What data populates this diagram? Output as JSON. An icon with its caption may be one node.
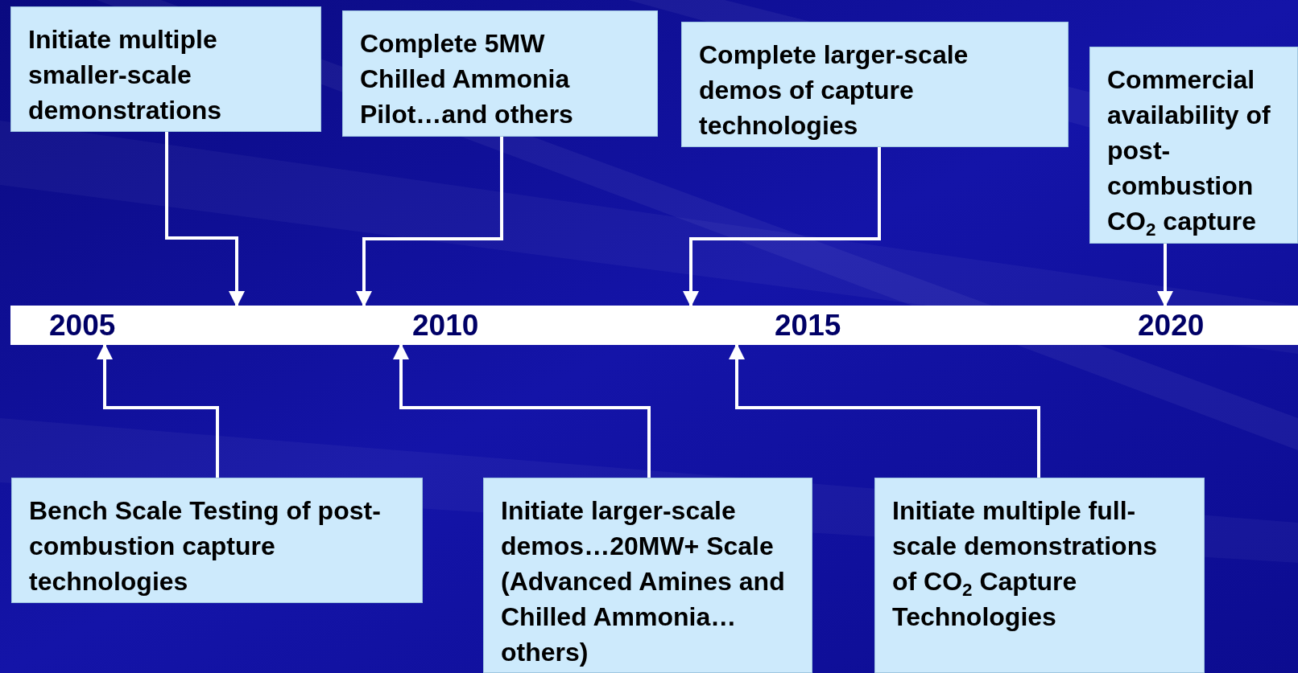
{
  "diagram": {
    "nodes": [
      {
        "text": [
          "Initiate multiple smaller-scale demonstrations"
        ]
      },
      {
        "text": [
          "Complete 5MW Chilled Ammonia Pilot…and others"
        ]
      },
      {
        "text": [
          "Complete larger-scale demos of capture technologies"
        ]
      },
      {
        "text": [
          "Commercial availability of post-combustion CO$_{2}$ capture"
        ]
      },
      {
        "text": [
          "2005",
          "2010",
          "2015",
          "2020"
        ]
      },
      {
        "text": [
          "Bench Scale Testing of post-combustion capture technologies"
        ]
      },
      {
        "text": [
          "Initiate larger-scale demos…20MW+ Scale (Advanced Amines and Chilled Ammonia…others)"
        ]
      },
      {
        "text": [
          "Initiate multiple full-scale demonstrations of CO$_{2}$ Capture Technologies"
        ]
      }
    ],
    "edges": [
      {
        "from": 0,
        "to": 4,
        "arrow": "to"
      },
      {
        "from": 1,
        "to": 4,
        "arrow": "to"
      },
      {
        "from": 2,
        "to": 4,
        "arrow": "to"
      },
      {
        "from": 3,
        "to": 4,
        "arrow": "to"
      },
      {
        "from": 5,
        "to": 4,
        "arrow": "to"
      },
      {
        "from": 6,
        "to": 4,
        "arrow": "to"
      },
      {
        "from": 7,
        "to": 4,
        "arrow": "to"
      }
    ]
  }
}
